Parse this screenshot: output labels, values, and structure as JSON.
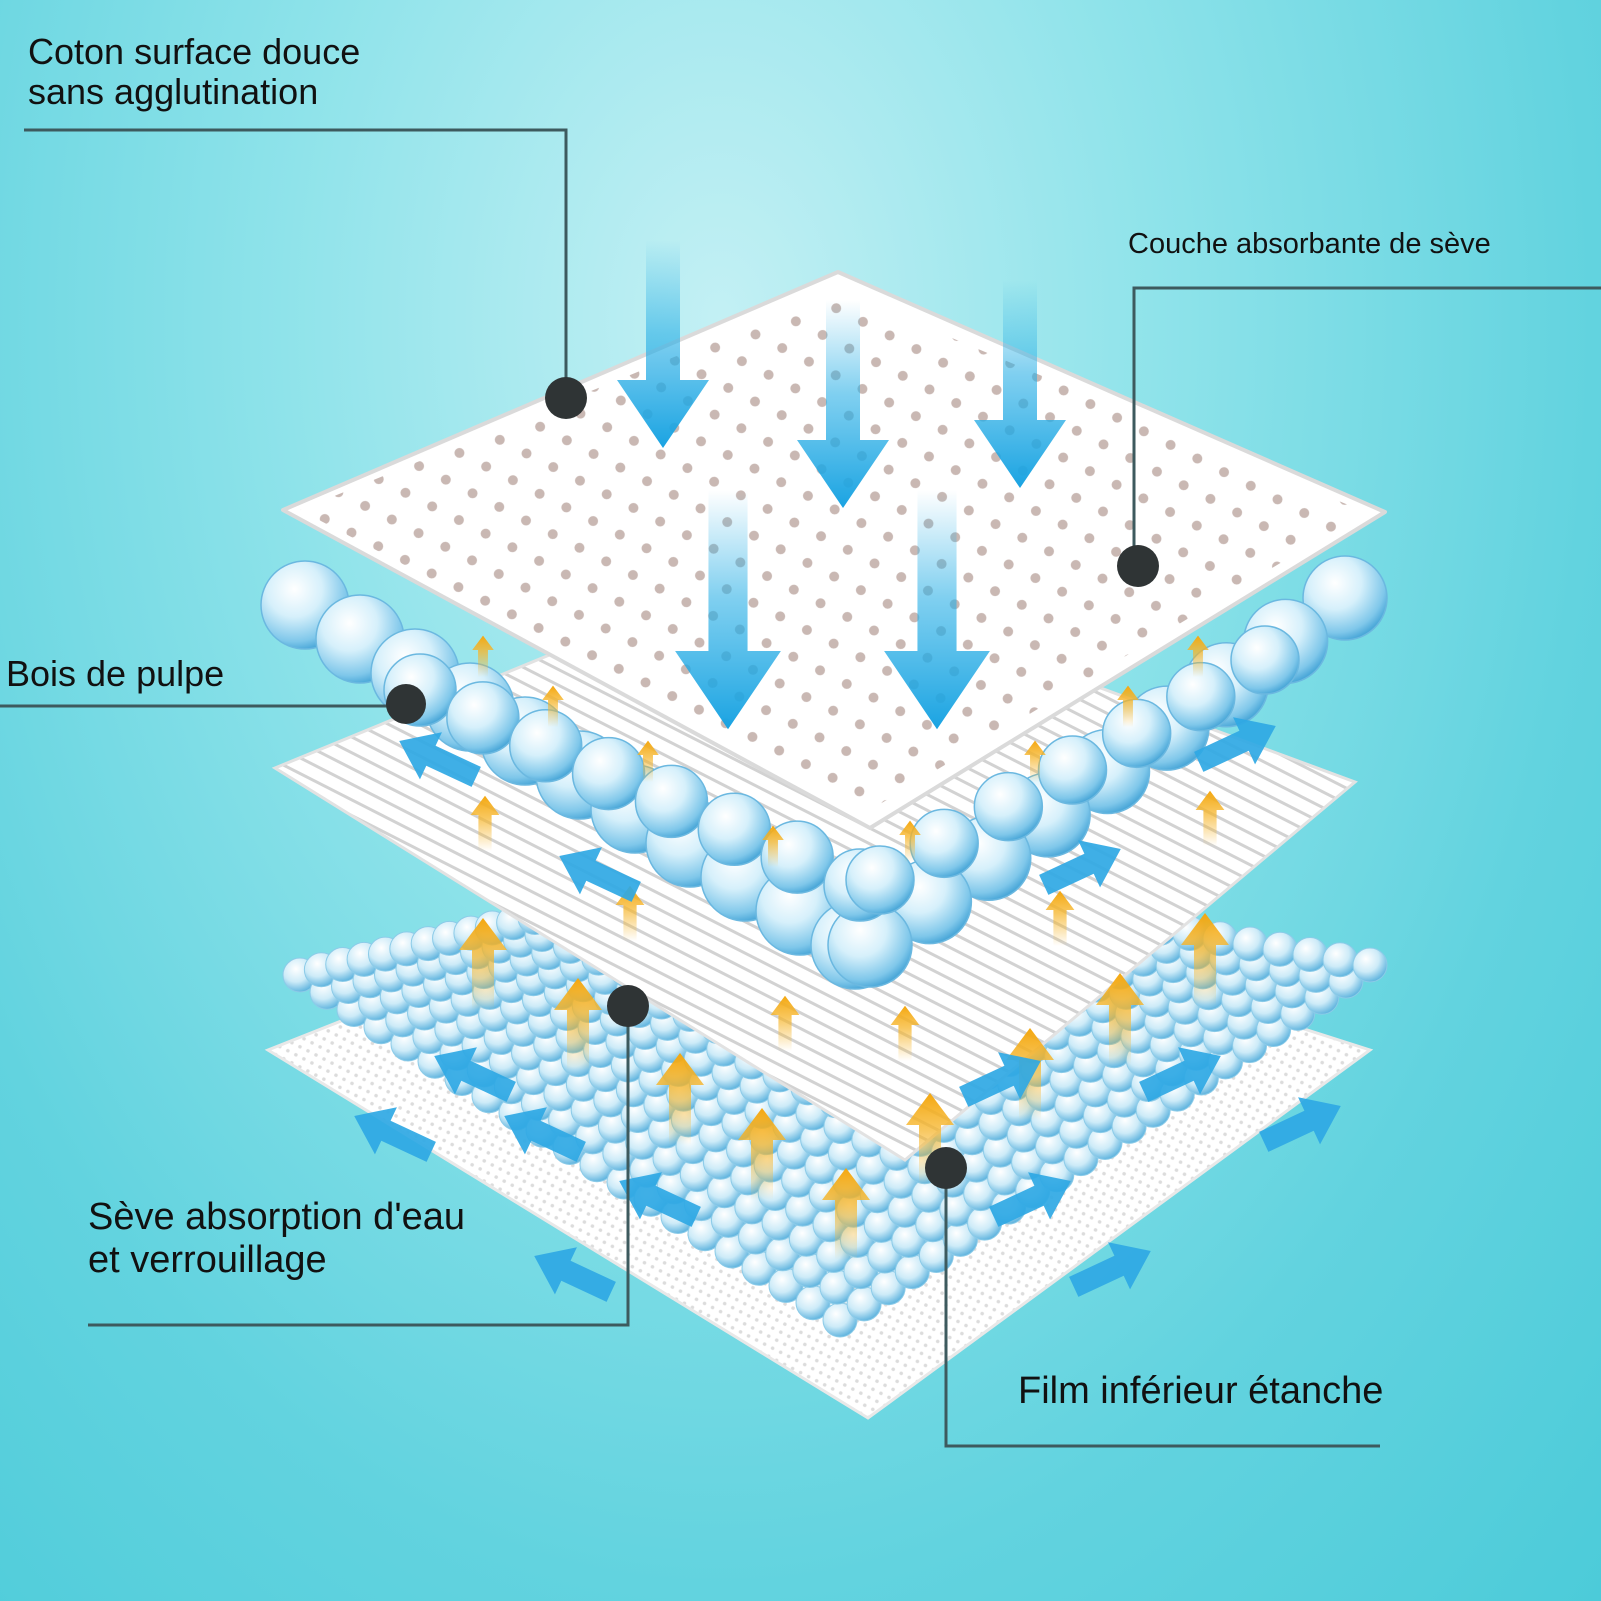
{
  "labels": {
    "top": {
      "line1": "Coton surface douce",
      "line2": "sans agglutination"
    },
    "right": "Couche absorbante de sève",
    "left": "Bois de pulpe",
    "bottom_left": {
      "line1": "Sève absorption d'eau",
      "line2": "et verrouillage"
    },
    "bottom_right": "Film inférieur étanche"
  },
  "colors": {
    "arrow_blue": "#2bb0e6",
    "arrow_orange": "#f6b52a",
    "sphere": "#bfe6f7",
    "sheet": "#ffffff",
    "leader": "#3d5a5e",
    "dot": "#2f3435"
  },
  "layers": [
    "perforated-top-sheet",
    "pulp-sphere-layer",
    "striped-sheet",
    "absorbent-sphere-grid",
    "waterproof-bottom-film"
  ]
}
